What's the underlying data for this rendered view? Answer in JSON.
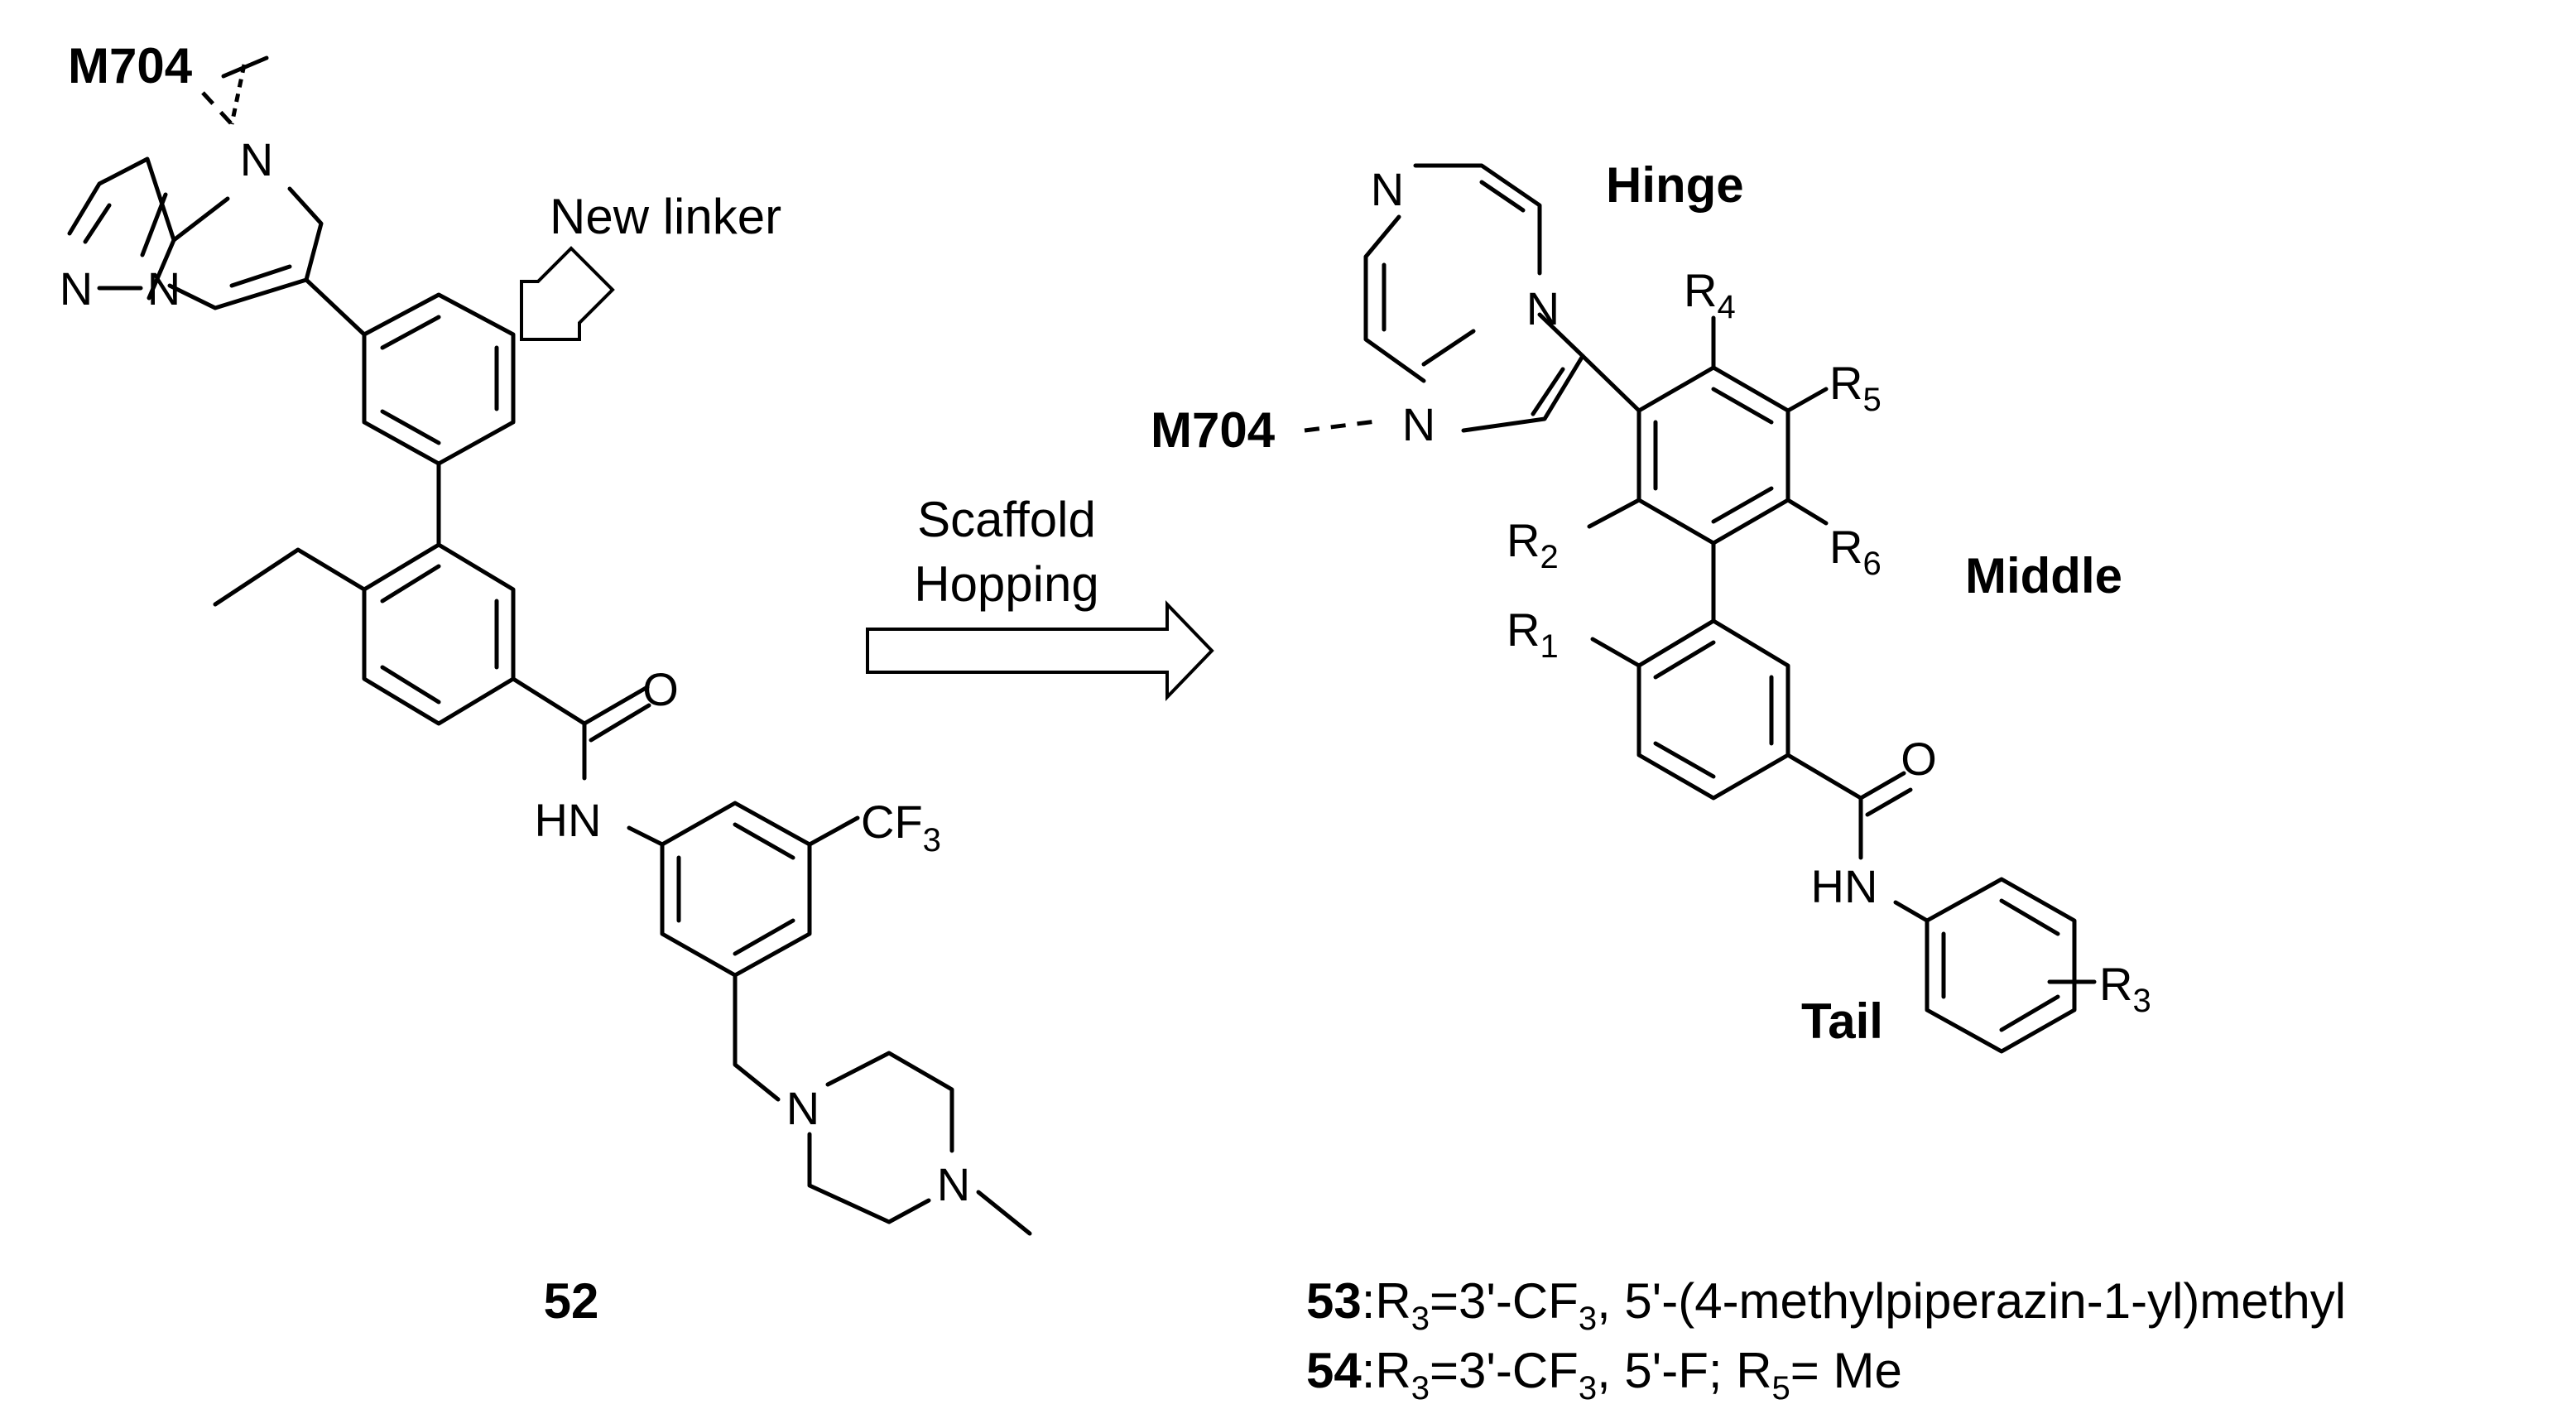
{
  "left_structure": {
    "interaction_label": "M704",
    "linker_annotation": "New linker",
    "atoms": {
      "n_hinge": "N",
      "n_pyrazole_1": "N",
      "n_pyrazole_2": "N",
      "carbonyl_o": "O",
      "amide_nh": "HN",
      "cf3_main": "CF",
      "cf3_sub": "3",
      "pip_n1": "N",
      "pip_n2": "N"
    },
    "compound_number": "52"
  },
  "transformation": {
    "line1": "Scaffold",
    "line2": "Hopping"
  },
  "right_structure": {
    "interaction_label": "M704",
    "region_labels": {
      "hinge": "Hinge",
      "middle": "Middle",
      "tail": "Tail"
    },
    "atoms": {
      "n_pyrazine": "N",
      "n_bridge": "N",
      "n_imidazole": "N",
      "carbonyl_o": "O",
      "amide_nh": "HN"
    },
    "substituents": {
      "r4": "R",
      "r4_sub": "4",
      "r5": "R",
      "r5_sub": "5",
      "r2": "R",
      "r2_sub": "2",
      "r6": "R",
      "r6_sub": "6",
      "r1": "R",
      "r1_sub": "1",
      "r3": "R",
      "r3_sub": "3"
    }
  },
  "compounds": [
    {
      "number": "53",
      "t1": ":R",
      "s1": "3",
      "t2": "=3'-CF",
      "s2": "3",
      "t3": ", 5'-(4-methylpiperazin-1-yl)methyl"
    },
    {
      "number": "54",
      "t1": ":R",
      "s1": "3",
      "t2": "=3'-CF",
      "s2": "3",
      "t3": ", 5'-F; R",
      "s3": "5",
      "t4": "= Me"
    }
  ]
}
